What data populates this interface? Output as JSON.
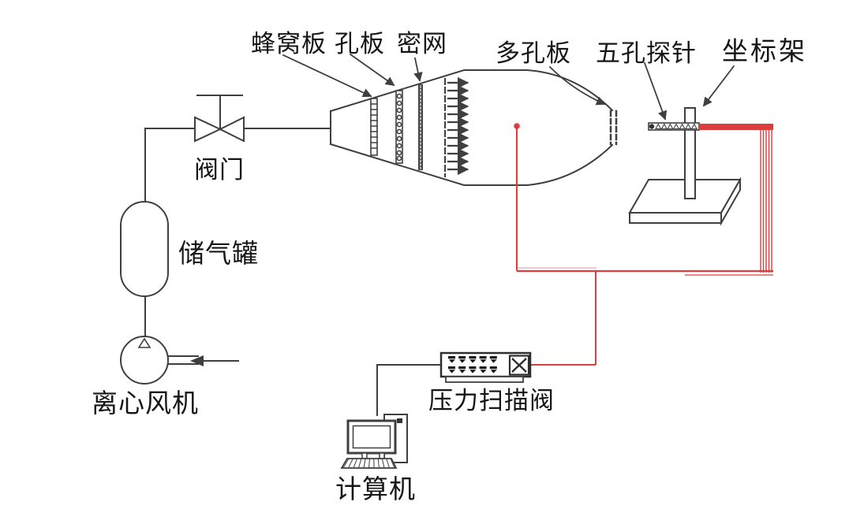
{
  "figure": {
    "type": "experimental-setup-schematic",
    "labels": {
      "honeycomb_plate": "蜂窝板",
      "orifice_plate": "孔板",
      "fine_mesh": "密网",
      "perforated_plate": "多孔板",
      "five_hole_probe": "五孔探针",
      "coordinate_frame": "坐标架",
      "valve": "阀门",
      "air_tank": "储气罐",
      "centrifugal_fan": "离心风机",
      "pressure_scanner": "压力扫描阀",
      "computer": "计算机"
    },
    "colors": {
      "line": "#3f3f3f",
      "tube": "#dc3d3d",
      "text": "#161616",
      "background": "#ffffff"
    },
    "flow_arrow_count": 12
  }
}
